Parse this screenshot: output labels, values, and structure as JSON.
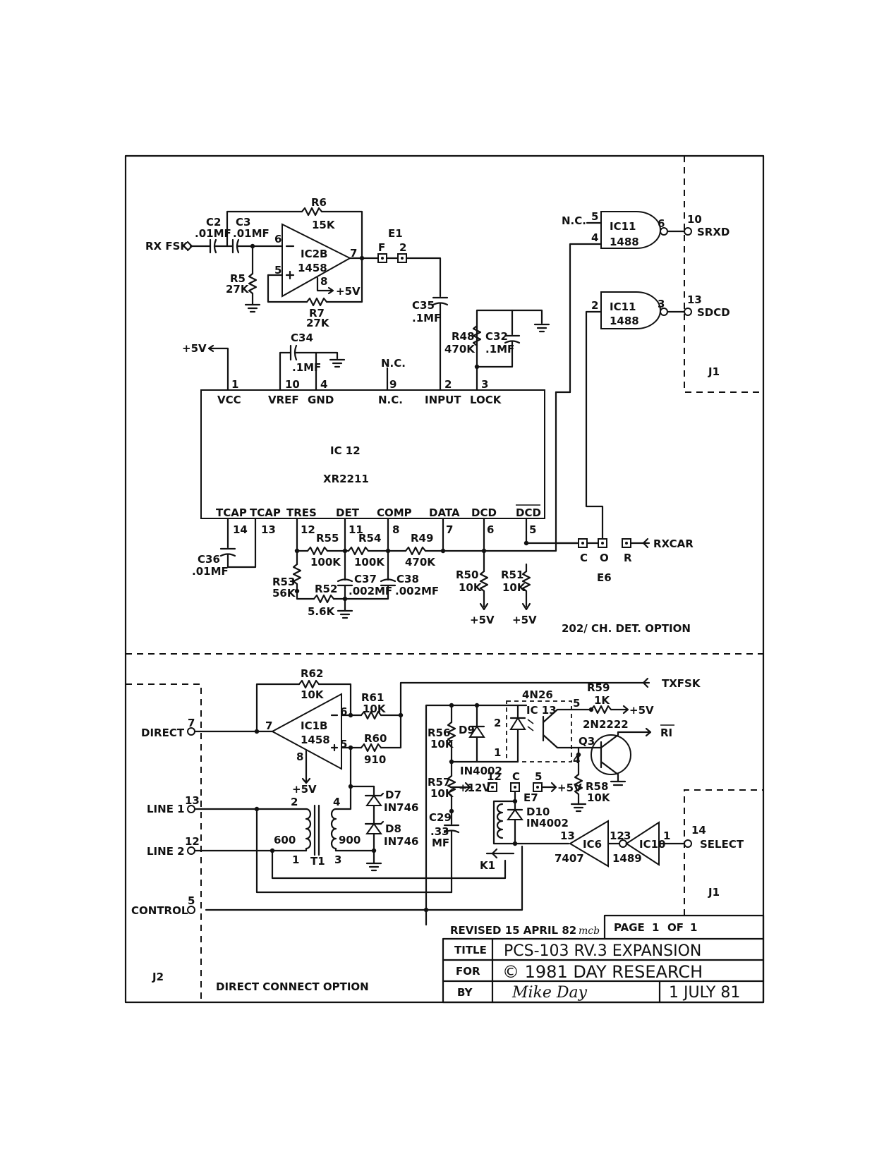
{
  "labels": {
    "rxfsk": "RX FSK",
    "c2_name": "C2",
    "c2_val": ".01MF",
    "c3_name": "C3",
    "c3_val": ".01MF",
    "r6_name": "R6",
    "r6_val": "15K",
    "ic2b_name": "IC2B",
    "ic2b_type": "1458",
    "r5_name": "R5",
    "r5_val": "27K",
    "r7_name": "R7",
    "r7_val": "27K",
    "plus5v": "+5V",
    "e1_name": "E1",
    "e1_f": "F",
    "e1_2": "2",
    "c35_name": "C35",
    "c35_val": ".1MF",
    "r48_name": "R48",
    "r48_val": "470K",
    "c32_name": "C32",
    "c32_val": ".1MF",
    "c34_name": "C34",
    "c34_val": ".1MF",
    "nc": "N.C.",
    "ic12_name": "IC 12",
    "ic12_type": "XR2211",
    "pin_vcc": "VCC",
    "pin_vref": "VREF",
    "pin_gnd": "GND",
    "pin_nc": "N.C.",
    "pin_input": "INPUT",
    "pin_lock": "LOCK",
    "pin_tcap": "TCAP",
    "pin_tres": "TRES",
    "pin_det": "DET",
    "pin_comp": "COMP",
    "pin_data": "DATA",
    "pin_dcd": "DCD",
    "pin_dcdbar": "DCD",
    "c36_name": "C36",
    "c36_val": ".01MF",
    "r53_name": "R53",
    "r53_val": "56K",
    "r55_name": "R55",
    "r55_val": "100K",
    "r54_name": "R54",
    "r54_val": "100K",
    "r49_name": "R49",
    "r49_val": "470K",
    "r52_name": "R52",
    "r52_val": "5.6K",
    "c37_name": "C37",
    "c37_val": ".002MF",
    "c38_name": "C38",
    "c38_val": ".002MF",
    "r50_name": "R50",
    "r50_val": "10K",
    "r51_name": "R51",
    "r51_val": "10K",
    "ic11_name": "IC11",
    "ic11_type": "1488",
    "srxd": "SRXD",
    "sdcd": "SDCD",
    "j1": "J1",
    "e6_name": "E6",
    "e6_c": "C",
    "e6_o": "O",
    "e6_r": "R",
    "rxcar": "RXCAR",
    "option_202": "202/ CH. DET. OPTION",
    "r62_name": "R62",
    "r62_val": "10K",
    "r61_name": "R61",
    "r61_val": "10K",
    "r60_name": "R60",
    "r60_val": "910",
    "ic1b_name": "IC1B",
    "ic1b_type": "1458",
    "txfsk": "TXFSK",
    "direct": "DIRECT",
    "line1": "LINE 1",
    "line2": "LINE 2",
    "control": "CONTROL",
    "t1_name": "T1",
    "t1_p": "600",
    "t1_s": "900",
    "d7_name": "D7",
    "d7_type": "IN746",
    "d8_name": "D8",
    "d8_type": "IN746",
    "ic13_type": "4N26",
    "ic13_name": "IC 13",
    "r59_name": "R59",
    "r59_val": "1K",
    "q3_type": "2N2222",
    "q3_name": "Q3",
    "ri": "RI",
    "r56_name": "R56",
    "r56_val": "10K",
    "d9_name": "D9",
    "d9_type": "IN4002",
    "r57_name": "R57",
    "r57_val": "10K",
    "plus12v": "+12V",
    "e7_name": "E7",
    "e7_c": "C",
    "e7_5": "5",
    "r58_name": "R58",
    "r58_val": "10K",
    "d10_name": "D10",
    "d10_type": "IN4002",
    "c29_name": "C29",
    "c29_val": ".33",
    "c29_unit": "MF",
    "k1": "K1",
    "ic6_name": "IC6",
    "ic6_type": "7407",
    "ic10_name": "IC10",
    "ic10_type": "1489",
    "select": "SELECT",
    "j2": "J2",
    "direct_option": "DIRECT CONNECT OPTION"
  },
  "pins": {
    "p1": "1",
    "p2": "2",
    "p3": "3",
    "p4": "4",
    "p5": "5",
    "p6": "6",
    "p7": "7",
    "p8": "8",
    "p9": "9",
    "p10": "10",
    "p11": "11",
    "p12": "12",
    "p13": "13",
    "p14": "14"
  },
  "title_block": {
    "revised": "REVISED 15 APRIL 82",
    "initials": "mcb",
    "page_label": "PAGE",
    "page_num": "1",
    "page_of": "OF",
    "page_total": "1",
    "title_label": "TITLE",
    "title_value": "PCS-103 RV.3 EXPANSION",
    "for_label": "FOR",
    "for_value": "© 1981  DAY  RESEARCH",
    "by_label": "BY",
    "by_value": "Mike Day",
    "date_value": "1 JULY 81"
  }
}
